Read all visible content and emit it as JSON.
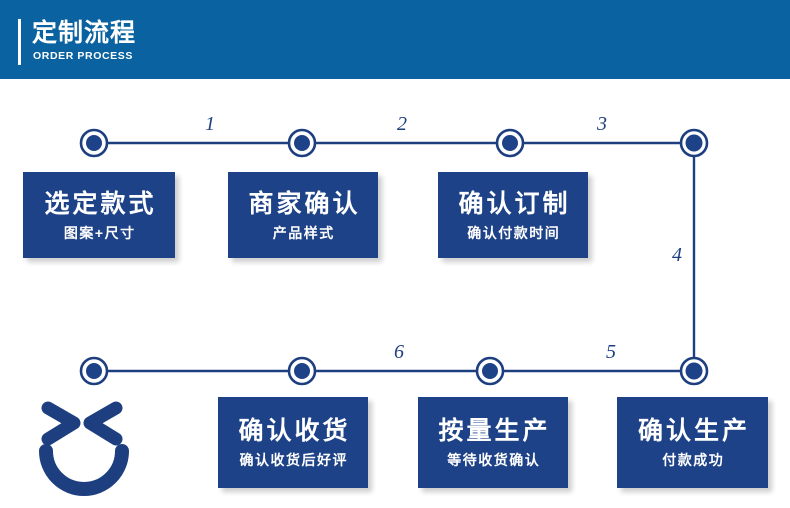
{
  "header": {
    "title": "定制流程",
    "subtitle": "ORDER PROCESS",
    "bg_color": "#0a62a0",
    "accent_color": "#ffffff"
  },
  "theme": {
    "card_color": "#1e4287",
    "line_color": "#1d3f80",
    "node_fill": "#1e4287",
    "node_ring": "#1d3f80",
    "text_color": "#ffffff"
  },
  "flow": {
    "step_numbers": [
      "1",
      "2",
      "3",
      "4",
      "5",
      "6"
    ],
    "steps": [
      {
        "index": 1,
        "title": "选定款式",
        "subtitle": "图案+尺寸"
      },
      {
        "index": 2,
        "title": "商家确认",
        "subtitle": "产品样式"
      },
      {
        "index": 3,
        "title": "确认订制",
        "subtitle": "确认付款时间"
      },
      {
        "index": 4,
        "title": "确认生产",
        "subtitle": "付款成功"
      },
      {
        "index": 5,
        "title": "按量生产",
        "subtitle": "等待收货确认"
      },
      {
        "index": 6,
        "title": "确认收货",
        "subtitle": "确认收货后好评"
      }
    ]
  },
  "decoration": {
    "smiley": "smiley-face-icon"
  }
}
